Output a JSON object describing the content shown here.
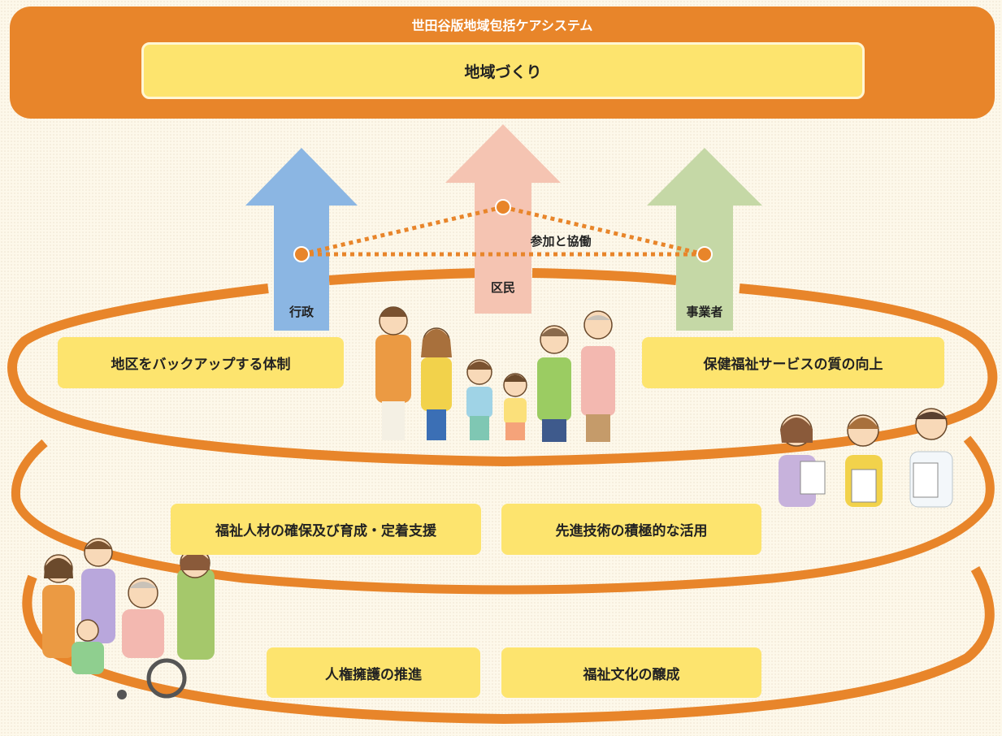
{
  "banner": {
    "title": "世田谷版地域包括ケアシステム",
    "goal": "地域づくり"
  },
  "arrows": {
    "left": {
      "label": "行政",
      "color": "#8bb6e3"
    },
    "center": {
      "label": "区民",
      "color": "#f5c4b2"
    },
    "right": {
      "label": "事業者",
      "color": "#c5d8a6"
    }
  },
  "collaboration_label": "参加と協働",
  "tiers": {
    "top": {
      "left": "地区をバックアップする体制",
      "right": "保健福祉サービスの質の向上"
    },
    "middle": {
      "left": "福祉人材の確保及び育成・定着支援",
      "right": "先進技術の積極的な活用"
    },
    "bottom": {
      "left": "人権擁護の推進",
      "right": "福祉文化の醸成"
    }
  },
  "colors": {
    "orange": "#e8852a",
    "yellow": "#fde46e",
    "background": "#fdf8ea"
  }
}
